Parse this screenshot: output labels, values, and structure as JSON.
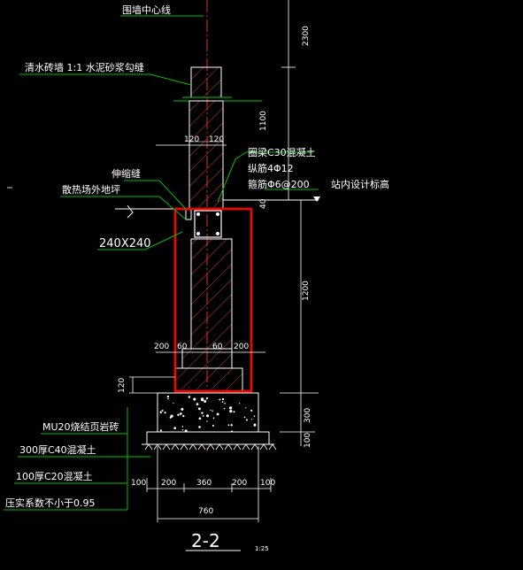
{
  "labels": {
    "wall_centerline": "围墙中心线",
    "cap": "清水砖墙  1:1  水泥砂浆勾缝",
    "ring_beam": "圈梁C30混凝土",
    "long_bars": "纵筋4Φ12",
    "stirrups": "箍筋Φ6@200",
    "expansion_joint": "伸缩缝",
    "outer_floor": "散热场外地坪",
    "beam_size": "240X240",
    "inside_grade": "站内设计标高",
    "brick_footing": "MU20烧结页岩砖",
    "c40_layer": "300厚C40混凝土",
    "c20_layer": "100厚C20混凝土",
    "compaction": "压实系数不小于0.95",
    "section_title": "2-2",
    "scale": "1:25"
  },
  "dims": {
    "top": "2300",
    "d1100": "1100",
    "d40": "40",
    "d1200": "1200",
    "d300": "300",
    "d100_right": "100",
    "d120_left": "120",
    "w120a": "120",
    "w120b": "120",
    "s200a": "200",
    "s60a": "60",
    "s60b": "60",
    "s200b": "200",
    "b100a": "100",
    "b200a": "200",
    "b360": "360",
    "b200b": "200",
    "b100b": "100",
    "total": "760"
  },
  "colors": {
    "background": "#000000",
    "wall": "#ffffff",
    "hatch": "#ff4040",
    "leader": "#00c000",
    "highlight": "#ff0000",
    "text_label": "#ffffff",
    "dim_text": "#ffffff"
  }
}
